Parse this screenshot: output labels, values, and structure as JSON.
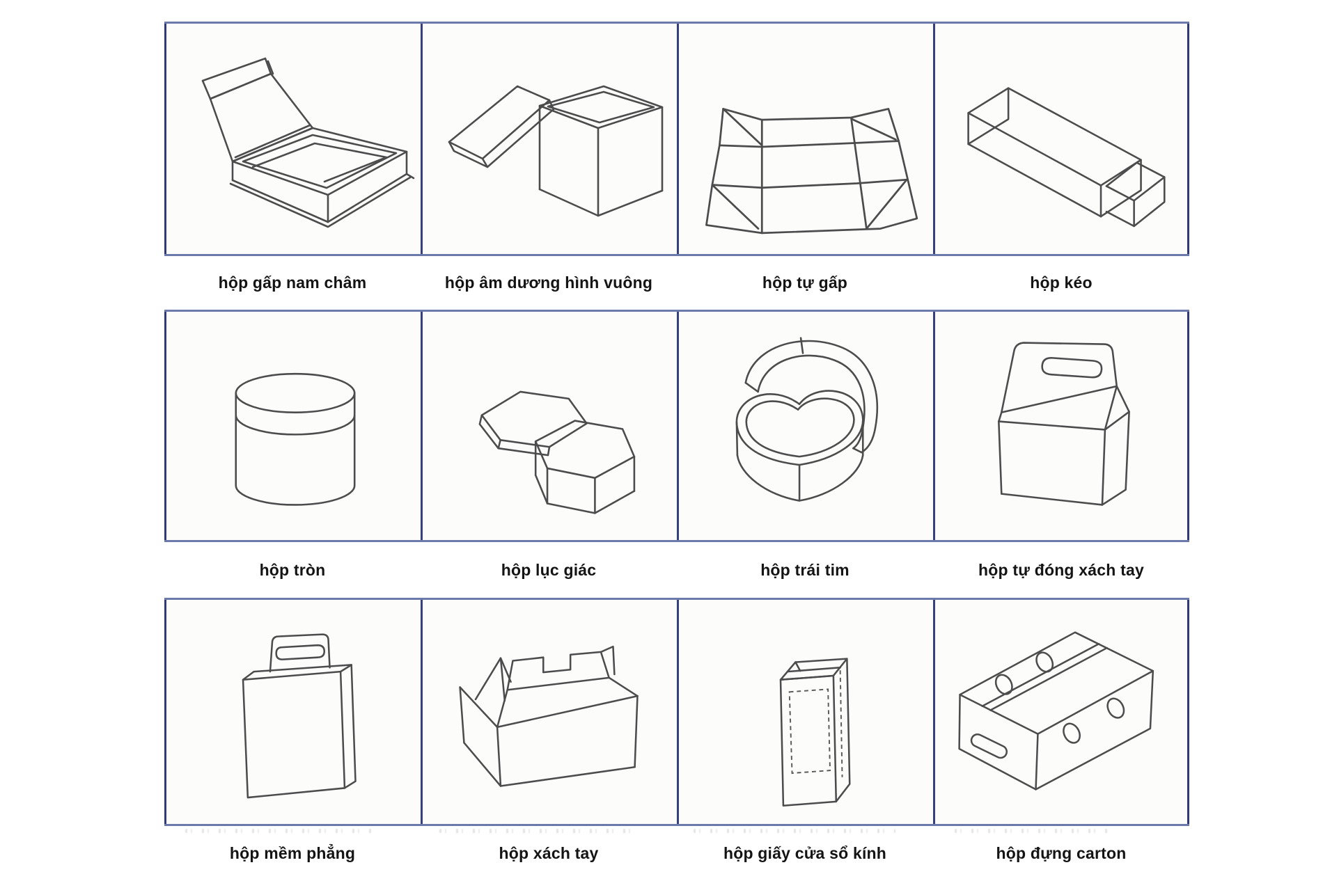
{
  "table": {
    "rows": [
      {
        "items": [
          {
            "name": "magnetic-folding-box",
            "label": "hộp gấp nam châm"
          },
          {
            "name": "square-two-piece-box",
            "label": "hộp âm dương hình vuông"
          },
          {
            "name": "self-folding-box",
            "label": "hộp tự gấp"
          },
          {
            "name": "drawer-sleeve-box",
            "label": "hộp kéo"
          }
        ]
      },
      {
        "items": [
          {
            "name": "round-box",
            "label": "hộp tròn"
          },
          {
            "name": "hexagon-box",
            "label": "hộp lục giác"
          },
          {
            "name": "heart-box",
            "label": "hộp trái tim"
          },
          {
            "name": "gable-self-closing-carry-box",
            "label": "hộp tự đóng xách tay"
          }
        ]
      },
      {
        "items": [
          {
            "name": "flat-soft-hanging-box",
            "label": "hộp mềm phẳng"
          },
          {
            "name": "carry-handle-box",
            "label": "hộp xách tay"
          },
          {
            "name": "window-paper-box",
            "label": "hộp giấy cửa sổ kính"
          },
          {
            "name": "carton-shipping-box",
            "label": "hộp đựng carton"
          }
        ]
      }
    ]
  },
  "colors": {
    "grid_vertical_border": "#35407F",
    "grid_horizontal_border": "#6B79AB",
    "line_art_stroke": "#4C4C4C",
    "label_text": "#141414",
    "cell_background": "#FCFCFB",
    "page_background": "#FFFFFF"
  }
}
